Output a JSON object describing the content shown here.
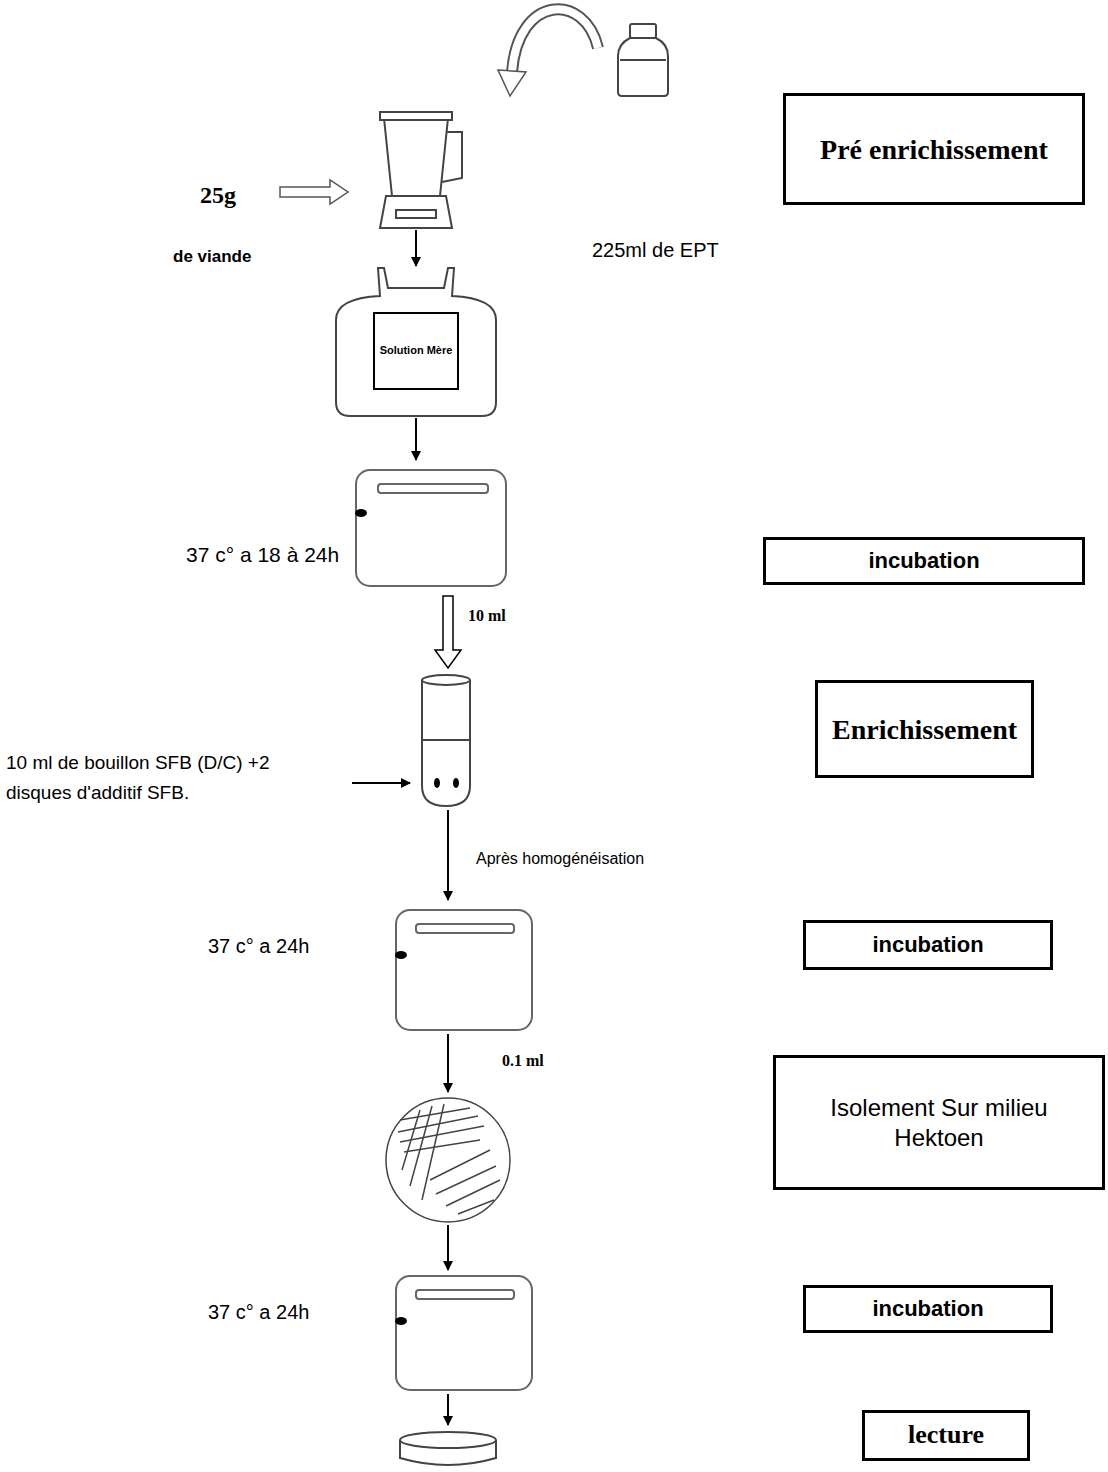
{
  "diagram": {
    "nodes": [
      {
        "text": [
          "Pré enrichissement"
        ]
      },
      {
        "text": [
          "Solution Mère"
        ]
      },
      {
        "text": [
          "incubation"
        ]
      },
      {
        "text": [
          "Enrichissement"
        ]
      },
      {
        "text": [
          "incubation"
        ]
      },
      {
        "text": [
          "Isolement Sur milieu Hektoen"
        ]
      },
      {
        "text": [
          "incubation"
        ]
      },
      {
        "text": [
          "lecture"
        ]
      }
    ],
    "labels": [
      "25g",
      "225ml de EPT",
      "de viande",
      "37 c° a 18 à 24h",
      "10 ml",
      "10 ml de bouillon SFB (D/C) +2 disques d'additif SFB.",
      "Après homogénéisation",
      "37 c° a 24h",
      "0.1 ml",
      "37 c° a 24h"
    ]
  }
}
